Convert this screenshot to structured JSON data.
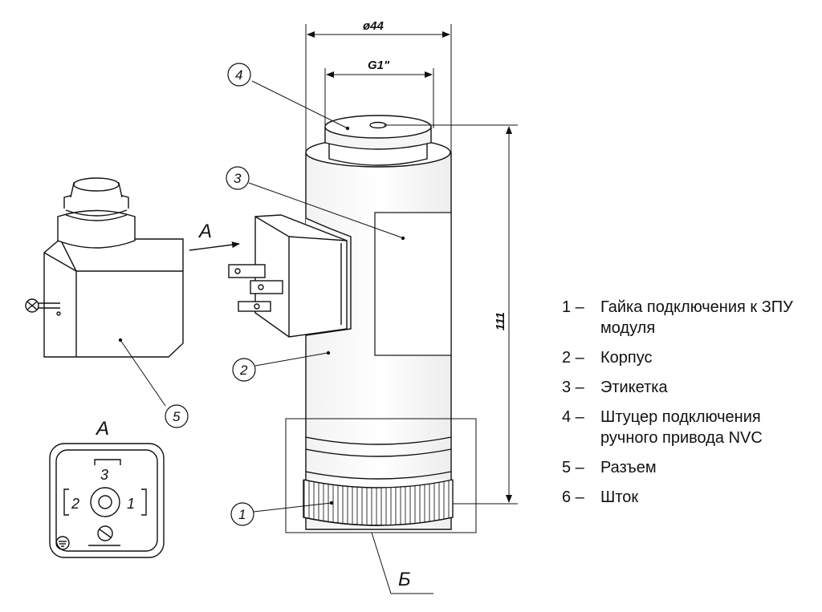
{
  "dimensions": {
    "outer_diameter": "ø44",
    "thread": "G1\"",
    "height": "111"
  },
  "views": {
    "arrow_view": "A",
    "detail_view_title": "A",
    "section_label": "Б"
  },
  "callouts": [
    "1",
    "2",
    "3",
    "4",
    "5"
  ],
  "connector_pins": [
    "1",
    "2",
    "3"
  ],
  "legend": [
    {
      "num": "1 –",
      "text": "Гайка подключения к ЗПУ модуля"
    },
    {
      "num": "2 –",
      "text": "Корпус"
    },
    {
      "num": "3 –",
      "text": "Этикетка"
    },
    {
      "num": "4 –",
      "text": "Штуцер подключения ручного привода NVC"
    },
    {
      "num": "5 –",
      "text": "Разъем"
    },
    {
      "num": "6 –",
      "text": "Шток"
    }
  ]
}
